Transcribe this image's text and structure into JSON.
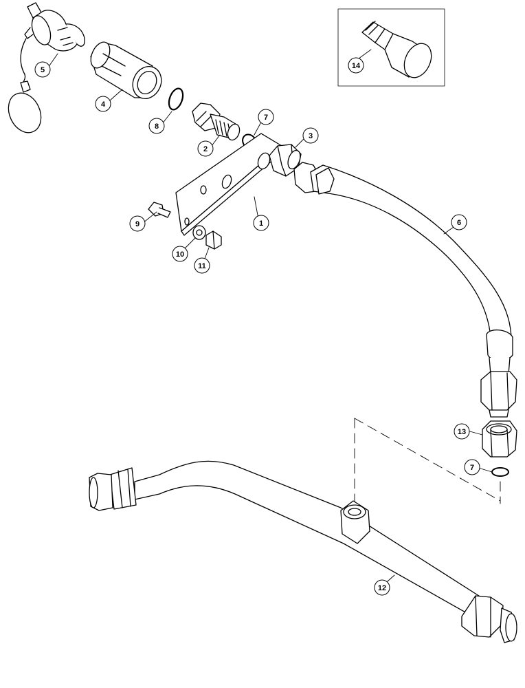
{
  "diagram": {
    "callouts": [
      {
        "id": "c1",
        "label": "1"
      },
      {
        "id": "c2",
        "label": "2"
      },
      {
        "id": "c3",
        "label": "3"
      },
      {
        "id": "c4",
        "label": "4"
      },
      {
        "id": "c5",
        "label": "5"
      },
      {
        "id": "c6",
        "label": "6"
      },
      {
        "id": "c7a",
        "label": "7"
      },
      {
        "id": "c7b",
        "label": "7"
      },
      {
        "id": "c8",
        "label": "8"
      },
      {
        "id": "c9",
        "label": "9"
      },
      {
        "id": "c10",
        "label": "10"
      },
      {
        "id": "c11",
        "label": "11"
      },
      {
        "id": "c12",
        "label": "12"
      },
      {
        "id": "c13",
        "label": "13"
      },
      {
        "id": "c14",
        "label": "14"
      }
    ]
  },
  "colors": {
    "line": "#000000",
    "fill": "#ffffff"
  }
}
